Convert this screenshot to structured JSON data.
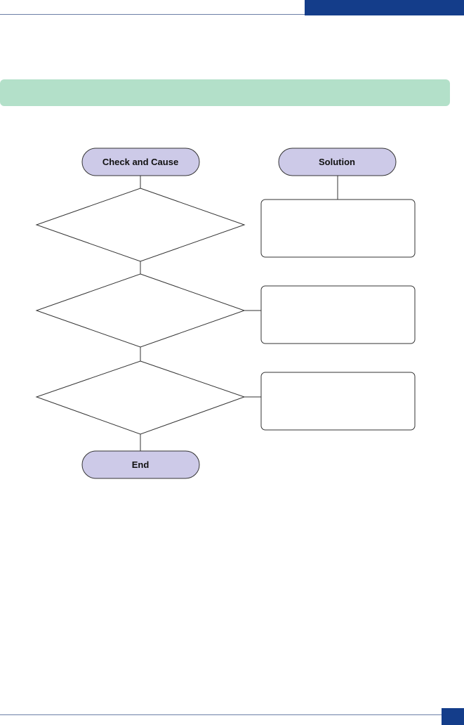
{
  "header": {
    "accent_color": "#143d8a"
  },
  "section_band": {
    "color": "#b3e0c9"
  },
  "flowchart": {
    "left_header": "Check and Cause",
    "right_header": "Solution",
    "end_label": "End",
    "terminal_color": "#cdcae8",
    "decisions": [
      "",
      "",
      ""
    ],
    "solutions": [
      "",
      "",
      ""
    ]
  },
  "footer": {
    "accent_color": "#143d8a"
  }
}
